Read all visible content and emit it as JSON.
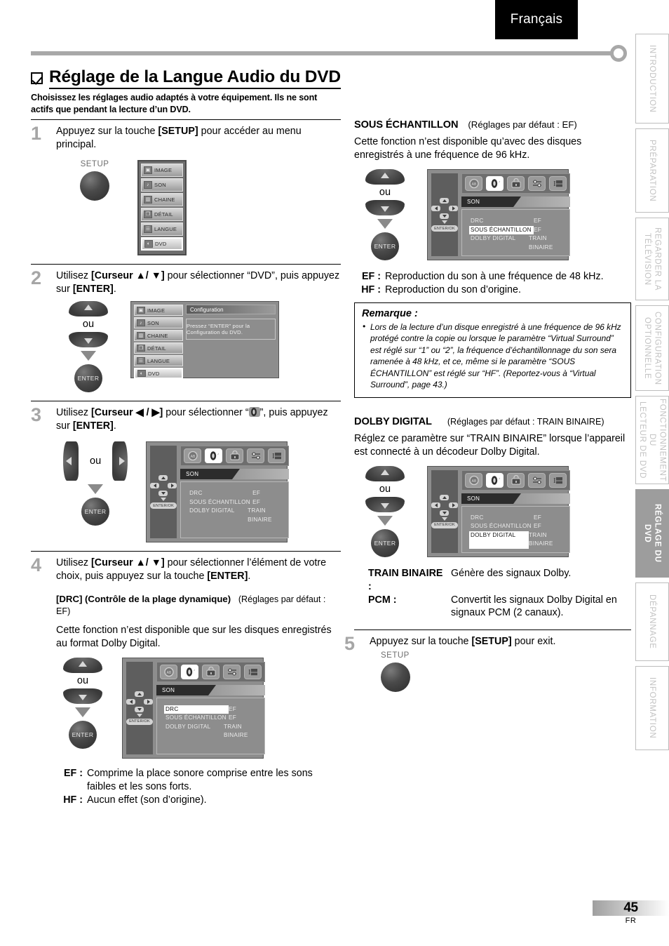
{
  "header": {
    "language_tab": "Français"
  },
  "side_tabs": [
    {
      "label": "INTRODUCTION",
      "active": false,
      "height": 128
    },
    {
      "label": "PRÉPARATION",
      "active": false,
      "height": 120
    },
    {
      "label": "REGARDER  LA\nTÉLÉVISION",
      "active": false,
      "height": 118
    },
    {
      "label": "CONFIGURATION\nOPTIONNELLE",
      "active": false,
      "height": 122
    },
    {
      "label": "FONCTIONNEMENT DU\nLECTEUR  DE  DVD",
      "active": false,
      "height": 126
    },
    {
      "label": "RÉGLAGE  DU  DVD",
      "active": true,
      "height": 126
    },
    {
      "label": "DÉPANNAGE",
      "active": false,
      "height": 112
    },
    {
      "label": "INFORMATION",
      "active": false,
      "height": 120
    }
  ],
  "title": {
    "text": "Réglage de la Langue Audio du DVD",
    "subtitle": "Choisissez les réglages audio adaptés à votre équipement. Ils ne sont actifs que pendant la lecture d’un DVD."
  },
  "steps": {
    "s1": {
      "num": "1",
      "text_a": "Appuyez sur la touche ",
      "text_b": "[SETUP]",
      "text_c": " pour accéder au menu principal.",
      "setup_label": "SETUP"
    },
    "s2": {
      "num": "2",
      "text_a": "Utilisez ",
      "text_b": "[Curseur ▲/ ▼]",
      "text_c": " pour sélectionner “DVD”, puis appuyez sur ",
      "text_d": "[ENTER]",
      "text_e": ".",
      "ou": "ou",
      "enter": "ENTER"
    },
    "s3": {
      "num": "3",
      "text_a": "Utilisez ",
      "text_b": "[Curseur ◀ / ▶]",
      "text_c": " pour sélectionner “",
      "text_d": "”, puis appuyez sur ",
      "text_e": "[ENTER]",
      "text_f": ".",
      "ou": "ou",
      "enter": "ENTER"
    },
    "s4": {
      "num": "4",
      "text_a": "Utilisez ",
      "text_b": "[Curseur ▲/ ▼]",
      "text_c": " pour sélectionner l’élément de votre choix, puis appuyez sur la touche ",
      "text_d": "[ENTER]",
      "text_e": ".",
      "drc_head_a": "[DRC] (",
      "drc_head_b": "Contrôle de la plage dynamique)",
      "drc_default": "(Réglages par défaut : EF)",
      "drc_para": "Cette fonction n’est disponible que sur les disques enregistrés au format Dolby Digital.",
      "ou": "ou",
      "enter": "ENTER",
      "defs": [
        {
          "key": "EF :",
          "text": "Comprime la place sonore comprise entre les sons faibles et les sons forts."
        },
        {
          "key": "HF :",
          "text": "Aucun effet (son d’origine)."
        }
      ]
    },
    "s5": {
      "num": "5",
      "text_a": "Appuyez sur la touche ",
      "text_b": "[SETUP]",
      "text_c": " pour exit.",
      "setup_label": "SETUP"
    }
  },
  "main_menu": {
    "items": [
      {
        "label": "IMAGE",
        "icon": "picture-icon",
        "glyph": "▣",
        "selected": false
      },
      {
        "label": "SON",
        "icon": "note-icon",
        "glyph": "♪",
        "selected": false
      },
      {
        "label": "CHAINE",
        "icon": "channel-icon",
        "glyph": "▥",
        "selected": false
      },
      {
        "label": "DÉTAIL",
        "icon": "detail-icon",
        "glyph": "❐",
        "selected": false
      },
      {
        "label": "LANGUE",
        "icon": "language-icon",
        "glyph": "☰",
        "selected": false
      },
      {
        "label": "DVD",
        "icon": "disc-icon",
        "glyph": "◐",
        "selected": true
      }
    ]
  },
  "config_screen": {
    "title": "Configuration",
    "note": "Pressez “ENTER” pour la Configuration du DVD."
  },
  "osd": {
    "icons": [
      {
        "name": "disc-language-icon",
        "glyph": "◍",
        "selected": false
      },
      {
        "name": "speaker-audio-icon",
        "glyph": "◑",
        "selected": true
      },
      {
        "name": "lock-parental-icon",
        "glyph": "⌸",
        "selected": false
      },
      {
        "name": "sliders-display-icon",
        "glyph": "⚙",
        "selected": false
      },
      {
        "name": "subtitle-text-icon",
        "glyph": "▤",
        "selected": false
      }
    ],
    "tab_label": "SON",
    "enter_ok": "ENTER/OK",
    "rows": [
      {
        "name": "DRC",
        "value": "EF"
      },
      {
        "name": "SOUS ÉCHANTILLON",
        "value": "EF"
      },
      {
        "name": "DOLBY DIGITAL",
        "value": "TRAIN BINAIRE"
      }
    ],
    "highlight_step3": -1,
    "highlight_step4": 0,
    "highlight_sous": 1,
    "highlight_dolby": 2
  },
  "right": {
    "sous_echantillon": {
      "heading": "SOUS ÉCHANTILLON",
      "default": "(Réglages par défaut : EF)",
      "para": "Cette fonction n’est disponible qu’avec des disques enregistrés à une fréquence de 96 kHz.",
      "ou": "ou",
      "enter": "ENTER",
      "defs": [
        {
          "key": "EF :",
          "text": "Reproduction du son à une fréquence de 48 kHz."
        },
        {
          "key": "HF :",
          "text": "Reproduction du son d’origine."
        }
      ]
    },
    "remarque": {
      "title": "Remarque :",
      "items": [
        "Lors de la lecture d’un disque enregistré à une fréquence de 96 kHz protégé contre la copie ou lorsque le paramètre “Virtual Surround” est réglé sur “1” ou “2”, la fréquence d’échantillonnage du son sera ramenée à 48 kHz, et ce, même si le paramètre “SOUS ÉCHANTILLON” est réglé sur “HF”. (Reportez-vous à “Virtual Surround”, page 43.)"
      ]
    },
    "dolby_digital": {
      "heading": "DOLBY DIGITAL",
      "default": "(Réglages par défaut : TRAIN BINAIRE)",
      "para": "Réglez ce paramètre sur “TRAIN BINAIRE” lorsque l’appareil est connecté à un décodeur Dolby Digital.",
      "ou": "ou",
      "enter": "ENTER",
      "defs": [
        {
          "key": "TRAIN BINAIRE :",
          "text": "Génère des signaux Dolby."
        },
        {
          "key": "PCM :",
          "text": "Convertit les signaux Dolby Digital en signaux PCM (2 canaux)."
        }
      ]
    }
  },
  "footer": {
    "page": "45",
    "code": "FR"
  }
}
